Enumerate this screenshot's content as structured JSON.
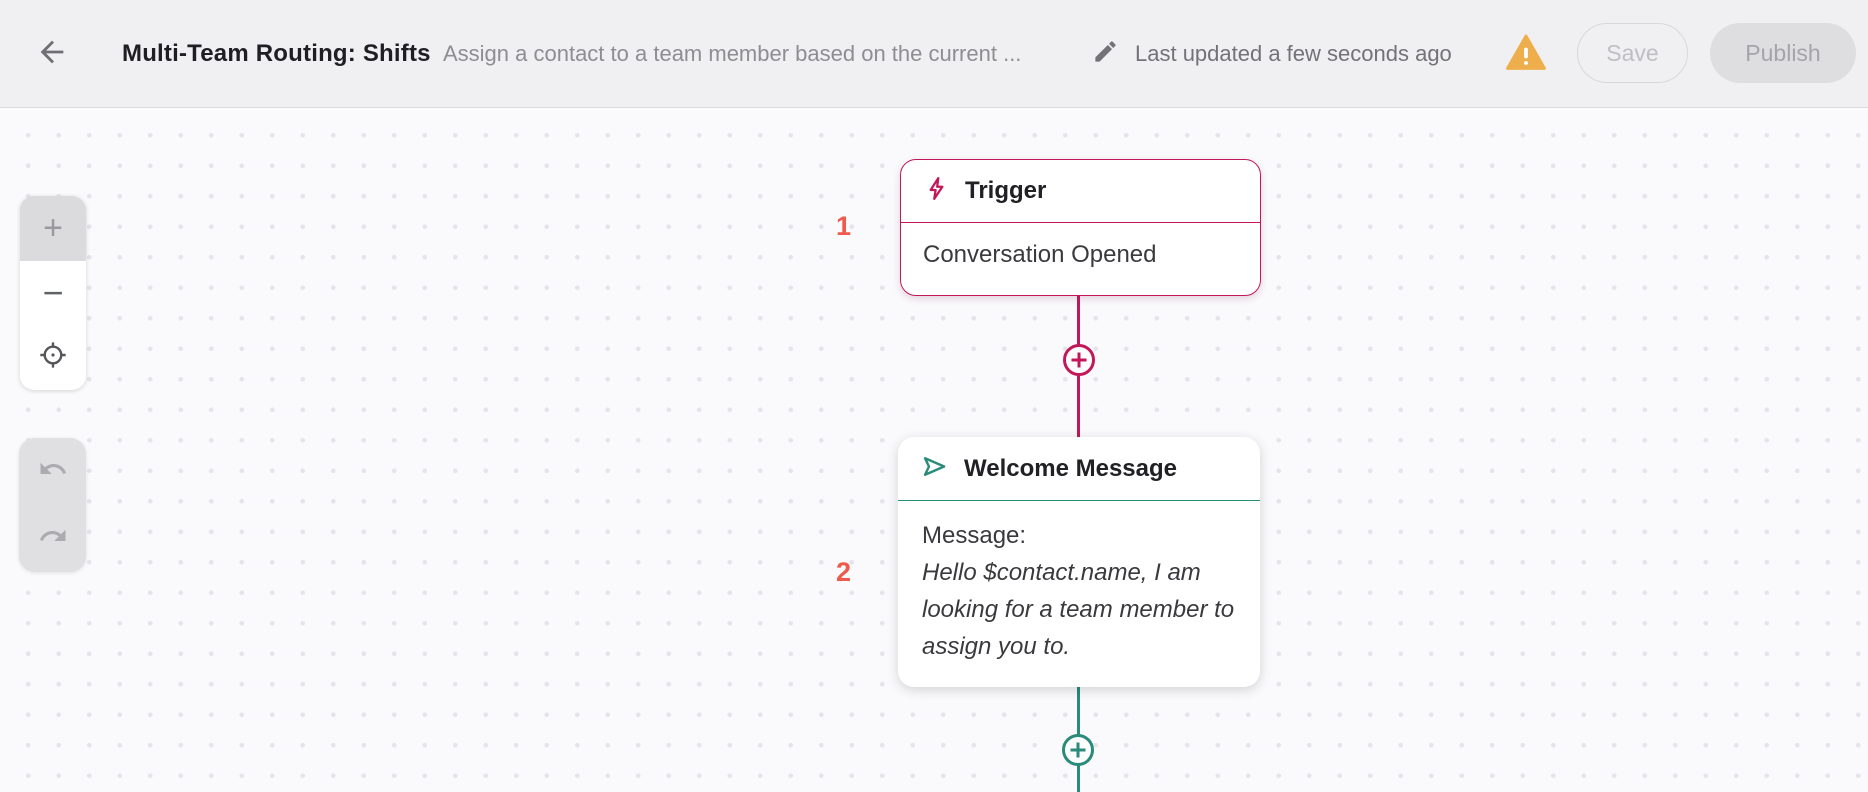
{
  "header": {
    "back_icon": "arrow-left",
    "title": "Multi-Team Routing: Shifts",
    "subtitle": "Assign a contact to a team member based on the current ...",
    "edit_icon": "pencil",
    "last_updated": "Last updated a few seconds ago",
    "warning_icon": "warning-triangle",
    "warning_color": "#EFAE4C",
    "save_label": "Save",
    "publish_label": "Publish"
  },
  "canvas": {
    "zoom_controls": {
      "zoom_in_label": "+",
      "zoom_out_label": "−",
      "center_icon": "crosshair-target"
    },
    "history_controls": {
      "undo_icon": "undo-arrow",
      "redo_icon": "redo-arrow"
    },
    "nodes": [
      {
        "index": "1",
        "type": "trigger",
        "icon": "lightning-bolt",
        "accent_color": "#C2185B",
        "title": "Trigger",
        "body": "Conversation Opened"
      },
      {
        "index": "2",
        "type": "send-message",
        "icon": "send-plane",
        "accent_color": "#2A8B7B",
        "title": "Welcome Message",
        "body_label": "Message:",
        "body_message": "Hello $contact.name, I am looking for a team member to assign you to."
      }
    ],
    "connector_colors": {
      "trigger_branch": "#C2185B",
      "message_branch": "#2A8B7B"
    }
  }
}
